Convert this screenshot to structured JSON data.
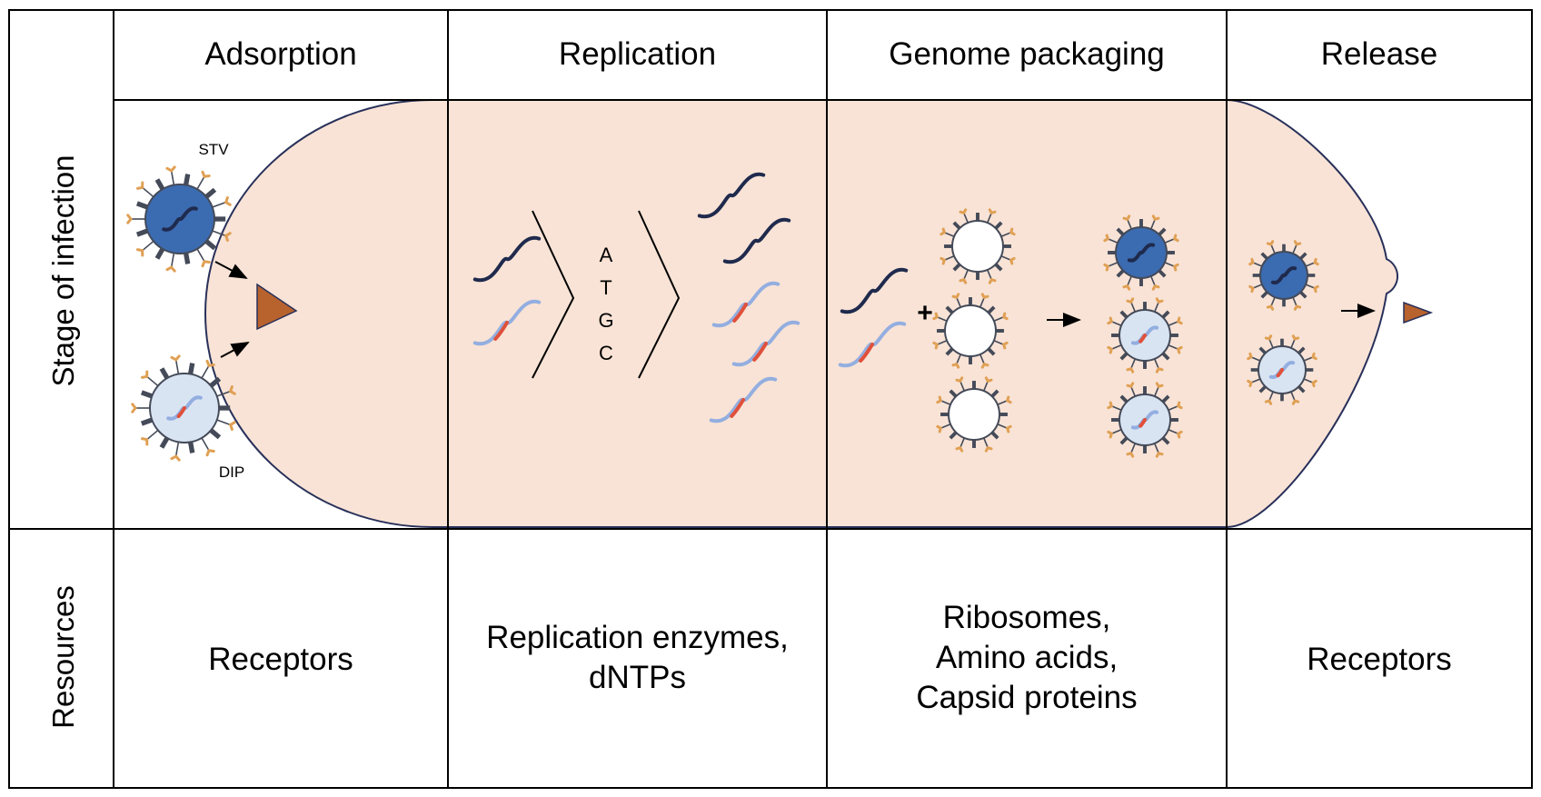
{
  "row_labels": {
    "stage": "Stage of infection",
    "resources": "Resources"
  },
  "headers": [
    "Adsorption",
    "Replication",
    "Genome packaging",
    "Release"
  ],
  "virus_labels": {
    "stv": "STV",
    "dip": "DIP"
  },
  "nucleotides": [
    "A",
    "T",
    "G",
    "C"
  ],
  "operator": "+",
  "resources": {
    "adsorption": [
      "Receptors"
    ],
    "replication": [
      "Replication enzymes,",
      "dNTPs"
    ],
    "packaging": [
      "Ribosomes,",
      "Amino acids,",
      "Capsid proteins"
    ],
    "release": [
      "Receptors"
    ]
  },
  "colors": {
    "cell_fill": "#f8e3d6",
    "stv_fill": "#3b6bb0",
    "dip_fill": "#d9e4f3",
    "spike": "#444a58",
    "ligand": "#e0a054",
    "genome_dark": "#1f2a4d",
    "genome_light": "#93aee0",
    "genome_mark": "#e0503a",
    "receptor": "#b8622e"
  }
}
